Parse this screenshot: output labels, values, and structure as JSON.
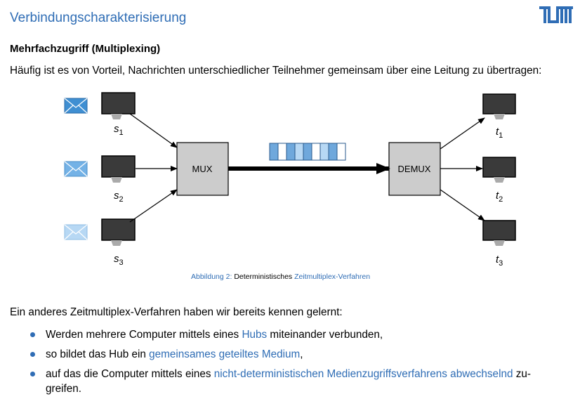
{
  "page": {
    "title": "Verbindungscharakterisierung",
    "heading": "Mehrfachzugriff (Multiplexing)",
    "intro": "Häufig ist es von Vorteil, Nachrichten unterschiedlicher Teilnehmer gemeinsam über eine Leitung zu übertragen:"
  },
  "diagram": {
    "mux_label": "MUX",
    "demux_label": "DEMUX",
    "senders": [
      {
        "letter": "s",
        "index": "1"
      },
      {
        "letter": "s",
        "index": "2"
      },
      {
        "letter": "s",
        "index": "3"
      }
    ],
    "receivers": [
      {
        "letter": "t",
        "index": "1"
      },
      {
        "letter": "t",
        "index": "2"
      },
      {
        "letter": "t",
        "index": "3"
      }
    ],
    "envelope_colors": [
      "#3f8fd2",
      "#74b2e6",
      "#b7d8f4"
    ],
    "slot_colors": [
      "#6fa8dc",
      "#ffffff",
      "#6fa8dc",
      "#b7d8f4",
      "#6fa8dc",
      "#ffffff",
      "#b7d8f4",
      "#6fa8dc",
      "#ffffff"
    ]
  },
  "caption": {
    "label": "Abbildung 2:",
    "text": "Deterministisches",
    "highlight": "Zeitmultiplex-Verfahren"
  },
  "paragraph": "Ein anderes Zeitmultiplex-Verfahren haben wir bereits kennen gelernt:",
  "bullets": [
    {
      "pre": "Werden mehrere Computer mittels eines",
      "link": "Hubs",
      "post": "miteinander verbunden,"
    },
    {
      "pre": "so bildet das Hub ein",
      "link": "gemeinsames geteiltes Medium",
      "post": ","
    },
    {
      "pre": "auf das die Computer mittels eines",
      "link": "nicht-deterministischen Medienzugriffsverfahrens abwechselnd",
      "post": "zu-",
      "post2": "greifen."
    }
  ],
  "colors": {
    "accent": "#2f6db5",
    "box_fill": "#cccccc"
  }
}
